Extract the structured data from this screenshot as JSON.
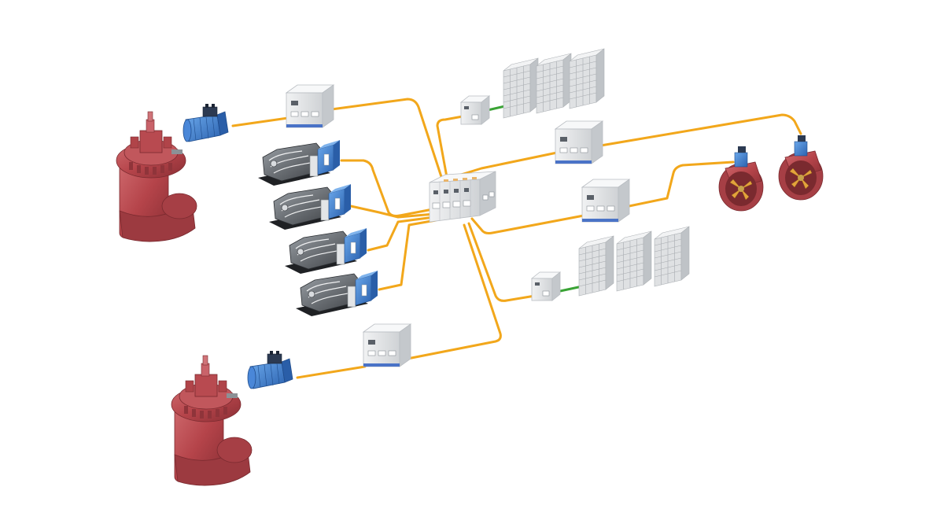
{
  "diagram": {
    "type": "hybrid-electric marine propulsion system layout",
    "caption": "",
    "colors": {
      "cable": "#f2a71b",
      "dc_link": "#3aa335",
      "propulsion_red": "#b5444a",
      "motor_blue": "#3a7fd0",
      "cabinet_grey": "#e4e6e8",
      "engine_dark": "#3c3f43"
    },
    "components": [
      {
        "id": "azimuth-thruster-top",
        "kind": "azimuth-thruster",
        "icon": "azimuth-thruster-icon"
      },
      {
        "id": "azimuth-thruster-bottom",
        "kind": "azimuth-thruster",
        "icon": "azimuth-thruster-icon"
      },
      {
        "id": "propulsion-motor-top",
        "kind": "electric-motor",
        "icon": "motor-icon"
      },
      {
        "id": "propulsion-motor-bottom",
        "kind": "electric-motor",
        "icon": "motor-icon"
      },
      {
        "id": "drive-cabinet-top",
        "kind": "frequency-converter",
        "icon": "cabinet-icon"
      },
      {
        "id": "drive-cabinet-bottom",
        "kind": "frequency-converter",
        "icon": "cabinet-icon"
      },
      {
        "id": "generator-set-1",
        "kind": "diesel-generator",
        "icon": "genset-icon"
      },
      {
        "id": "generator-set-2",
        "kind": "diesel-generator",
        "icon": "genset-icon"
      },
      {
        "id": "generator-set-3",
        "kind": "diesel-generator",
        "icon": "genset-icon"
      },
      {
        "id": "generator-set-4",
        "kind": "diesel-generator",
        "icon": "genset-icon"
      },
      {
        "id": "main-switchboard",
        "kind": "switchboard",
        "icon": "switchboard-icon"
      },
      {
        "id": "dc-converter-top",
        "kind": "dc-converter",
        "icon": "converter-icon"
      },
      {
        "id": "dc-converter-bottom",
        "kind": "dc-converter",
        "icon": "converter-icon"
      },
      {
        "id": "battery-bank-top",
        "kind": "battery-bank",
        "icon": "battery-rack-icon"
      },
      {
        "id": "battery-bank-bottom",
        "kind": "battery-bank",
        "icon": "battery-rack-icon"
      },
      {
        "id": "thruster-drive-1",
        "kind": "frequency-converter",
        "icon": "cabinet-icon"
      },
      {
        "id": "thruster-drive-2",
        "kind": "frequency-converter",
        "icon": "cabinet-icon"
      },
      {
        "id": "tunnel-thruster-1",
        "kind": "tunnel-thruster",
        "icon": "tunnel-thruster-icon"
      },
      {
        "id": "tunnel-thruster-2",
        "kind": "tunnel-thruster",
        "icon": "tunnel-thruster-icon"
      }
    ]
  }
}
